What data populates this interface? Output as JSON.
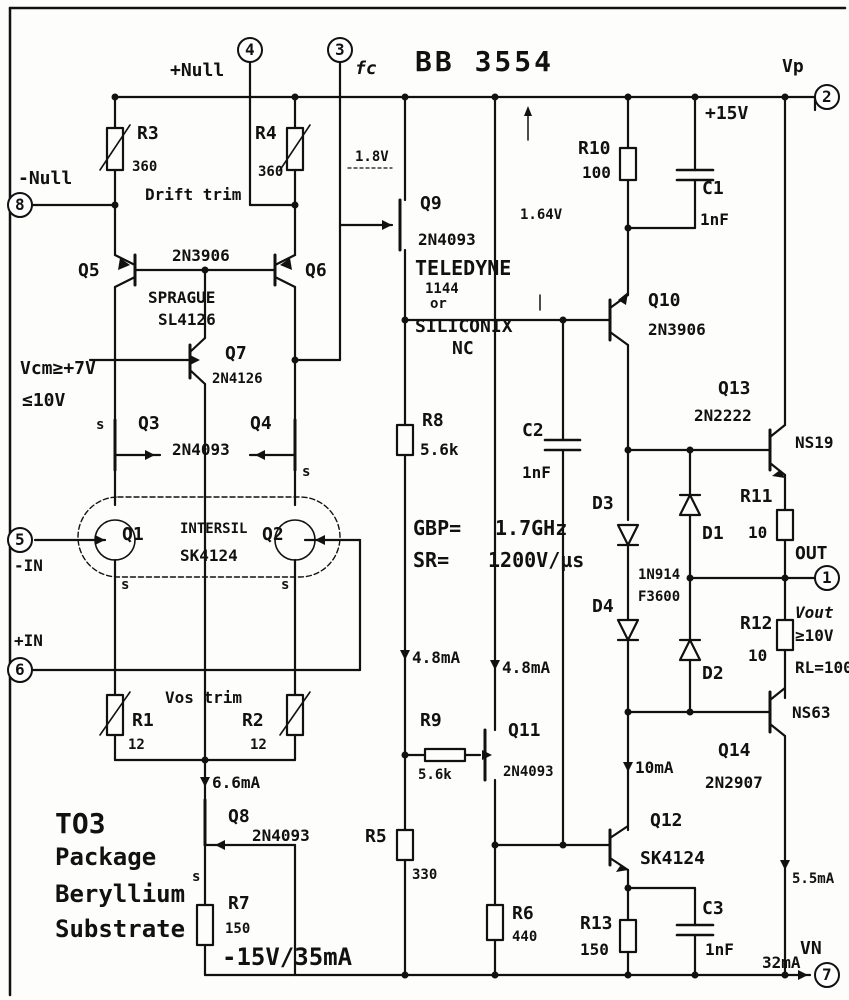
{
  "title": "BB 3554",
  "pins": {
    "p1": "1",
    "p2": "2",
    "p3": "3",
    "p4": "4",
    "p5": "5",
    "p6": "6",
    "p7": "7",
    "p8": "8"
  },
  "labels": {
    "plus_null": "+Null",
    "fc": "fc",
    "vp": "Vp",
    "plus15": "+15V",
    "minus_null": "-Null",
    "drift_trim": "Drift trim",
    "v18": "1.8V",
    "v164": "1.64V",
    "minus_in": "-IN",
    "plus_in": "+IN",
    "vcm": "Vcm≥+7V",
    "vcm2": "≤10V",
    "vos_trim": "Vos trim",
    "intersil": "INTERSIL",
    "sprague": "SPRAGUE",
    "teledyne": "TELEDYNE",
    "t1144": "1144",
    "tor": "or",
    "siliconix": "SILICONIX",
    "nc": "NC",
    "gbp": "GBP=",
    "gbp_val": "1.7GHz",
    "sr": "SR=",
    "sr_val": "1200V/µs",
    "out": "OUT",
    "vout": "Vout",
    "vout2": "≥10V",
    "rl": "RL=100",
    "vn": "VN",
    "supply": "-15V/35mA",
    "to3": "TO3",
    "package": "Package",
    "beryllium": "Beryllium",
    "substrate": "Substrate",
    "s_q3": "s",
    "s_q4": "s",
    "s_q1": "s",
    "s_q2": "s",
    "s_q8": "s"
  },
  "currents": {
    "i1": "4.8mA",
    "i2": "4.8mA",
    "i3": "6.6mA",
    "i4": "10mA",
    "i5": "5.5mA",
    "i6": "32mA"
  },
  "components": {
    "R3": "R3",
    "R3v": "360",
    "R4": "R4",
    "R4v": "360",
    "R1": "R1",
    "R1v": "12",
    "R2": "R2",
    "R2v": "12",
    "R5": "R5",
    "R5v": "330",
    "R6": "R6",
    "R6v": "440",
    "R7": "R7",
    "R7v": "150",
    "R8": "R8",
    "R8v": "5.6k",
    "R9": "R9",
    "R9v": "5.6k",
    "R10": "R10",
    "R10v": "100",
    "R11": "R11",
    "R11v": "10",
    "R12": "R12",
    "R12v": "10",
    "R13": "R13",
    "R13v": "150",
    "C1": "C1",
    "C1v": "1nF",
    "C2": "C2",
    "C2v": "1nF",
    "C3": "C3",
    "C3v": "1nF",
    "D1": "D1",
    "D2": "D2",
    "D3": "D3",
    "D4": "D4",
    "Dpart": "1N914",
    "Dpart2": "F3600",
    "Q1": "Q1",
    "Q2": "Q2",
    "Q12part": "SK4124",
    "Q3": "Q3",
    "Q4": "Q4",
    "Q34part": "2N4093",
    "Q5": "Q5",
    "Q6": "Q6",
    "Q56part": "2N3906",
    "Q56part2": "SL4126",
    "Q7": "Q7",
    "Q7part": "2N4126",
    "Q8": "Q8",
    "Q8part": "2N4093",
    "Q9": "Q9",
    "Q9part": "2N4093",
    "Q10": "Q10",
    "Q10part": "2N3906",
    "Q11": "Q11",
    "Q11part": "2N4093",
    "Q12": "Q12",
    "Q13": "Q13",
    "Q13part": "2N2222",
    "Q13alt": "NS19",
    "Q14": "Q14",
    "Q14part": "2N2907",
    "Q14alt": "NS63"
  }
}
